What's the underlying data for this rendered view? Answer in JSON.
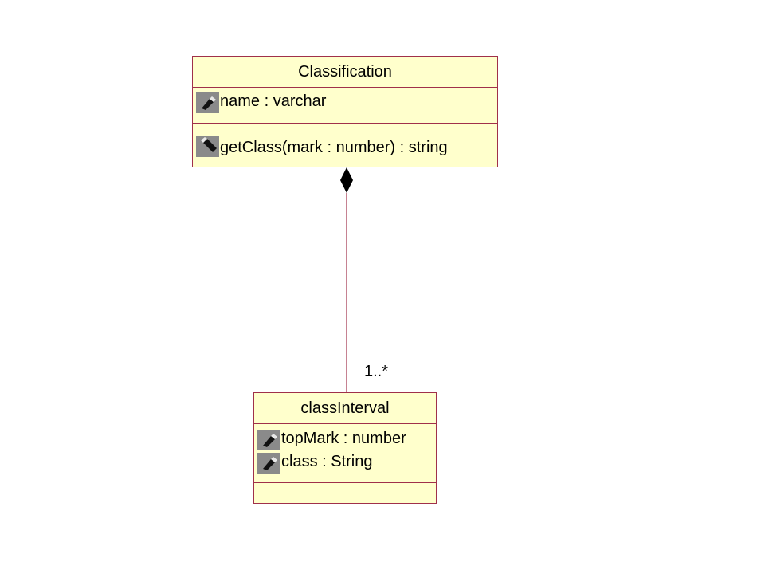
{
  "diagram": {
    "classification": {
      "name": "Classification",
      "attributes": [
        {
          "text": "name : varchar",
          "icon": "attribute-icon"
        }
      ],
      "operations": [
        {
          "text": "getClass(mark : number) : string",
          "icon": "operation-icon"
        }
      ]
    },
    "class_interval": {
      "name": "classInterval",
      "attributes": [
        {
          "text": "topMark : number",
          "icon": "attribute-icon"
        },
        {
          "text": "class : String",
          "icon": "attribute-icon"
        }
      ],
      "operations": []
    },
    "association": {
      "type": "composition",
      "multiplicity": "1..*"
    },
    "colors": {
      "class_fill": "#ffffcc",
      "class_border": "#a0304a",
      "line": "#a0304a",
      "diamond": "#000000"
    }
  }
}
